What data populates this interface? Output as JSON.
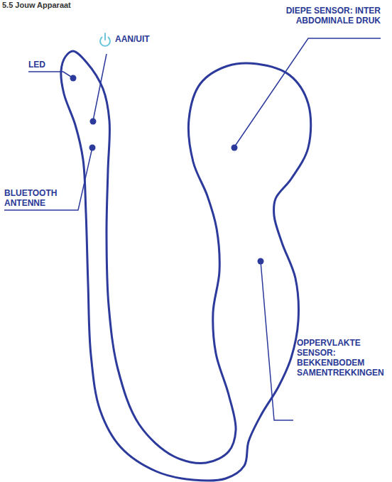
{
  "diagram": {
    "title": "5.5 Jouw Apparaat",
    "labels": [
      "LED",
      "AAN/UIT",
      "BLUETOOTH ANTENNE",
      "DIEPE SENSOR: INTER ABDOMINALE DRUK",
      "OPPERVLAKTE SENSOR: BEKKENBODEM SAMENTREKKINGEN"
    ]
  }
}
